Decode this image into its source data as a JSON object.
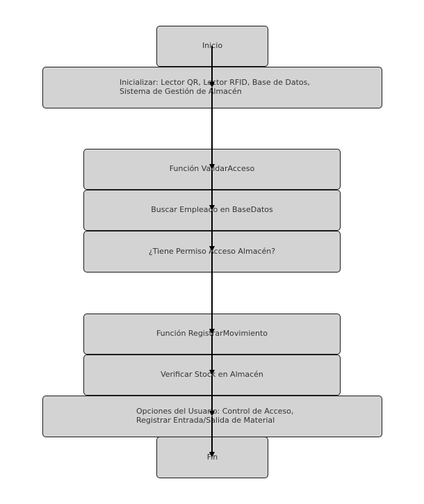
{
  "nodes": {
    "start": "Inicio",
    "init": "Inicializar: Lector QR, Lector RFID, Base de Datos,\nSistema de Gestión de Almacén",
    "validate_fn": "Función ValidarAcceso",
    "search_employee": "Buscar Empleado en BaseDatos",
    "has_permission": "¿Tiene Permiso Acceso Almacén?",
    "register_fn": "Función RegistrarMovimiento",
    "verify_stock": "Verificar Stock en Almacén",
    "user_options": "Opciones del Usuario: Control de Acceso,\nRegistrar Entrada/Salida de Material",
    "end": "Fin"
  },
  "colors": {
    "node_fill": "#d3d3d3",
    "node_border": "#1a1a1a",
    "connector": "#000000",
    "text": "#333333"
  }
}
